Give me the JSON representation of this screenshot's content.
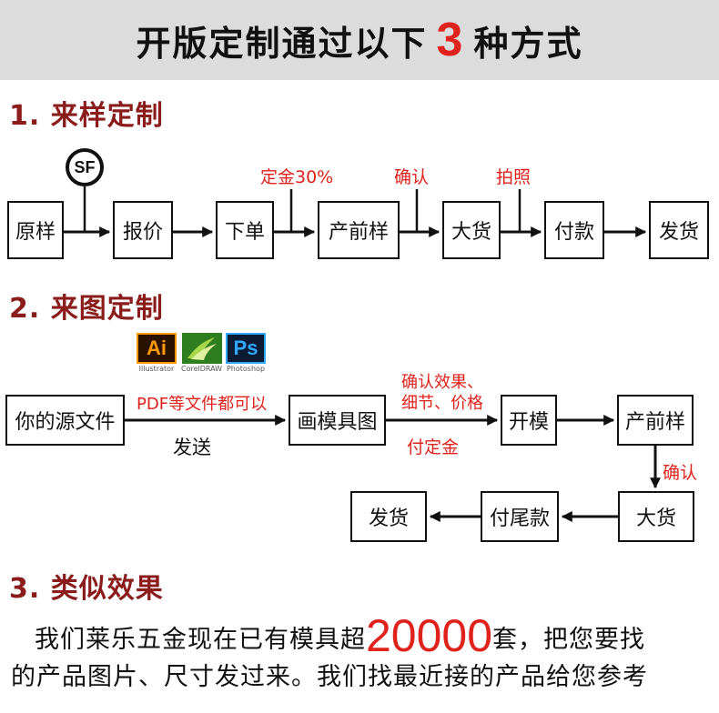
{
  "banner": {
    "before": "开版定制通过以下",
    "number": "3",
    "after": "种方式"
  },
  "section1": {
    "title": "1. 来样定制",
    "logo": "SF",
    "boxes": [
      "原样",
      "报价",
      "下单",
      "产前样",
      "大货",
      "付款",
      "发货"
    ],
    "notes": [
      "定金30%",
      "确认",
      "拍照"
    ]
  },
  "section2": {
    "title": "2. 来图定制",
    "software": [
      {
        "name": "Ai",
        "caption": "Illustrator"
      },
      {
        "name": "",
        "caption": "CorelDRAW"
      },
      {
        "name": "Ps",
        "caption": "Photoshop"
      }
    ],
    "boxes": {
      "source": "你的源文件",
      "drawing": "画模具图",
      "mold": "开模",
      "sample": "产前样",
      "bulk": "大货",
      "balance": "付尾款",
      "ship": "发货"
    },
    "notes": {
      "formats": "PDF等文件都可以",
      "send": "发送",
      "confirm_effect": "确认效果、",
      "details": "细节、价格",
      "deposit": "付定金",
      "confirm": "确认"
    }
  },
  "section3": {
    "title": "3. 类似效果",
    "line1_before": "我们莱乐五金现在已有模具超",
    "line1_number": "20000",
    "line1_after": "套，把您要找",
    "line2": "的产品图片、尺寸发过来。我们找最近接的产品给您参考"
  },
  "colors": {
    "accent_red": "#e0221c",
    "title_red": "#8b1c1c",
    "banner_bg": "#dcdcdc"
  }
}
